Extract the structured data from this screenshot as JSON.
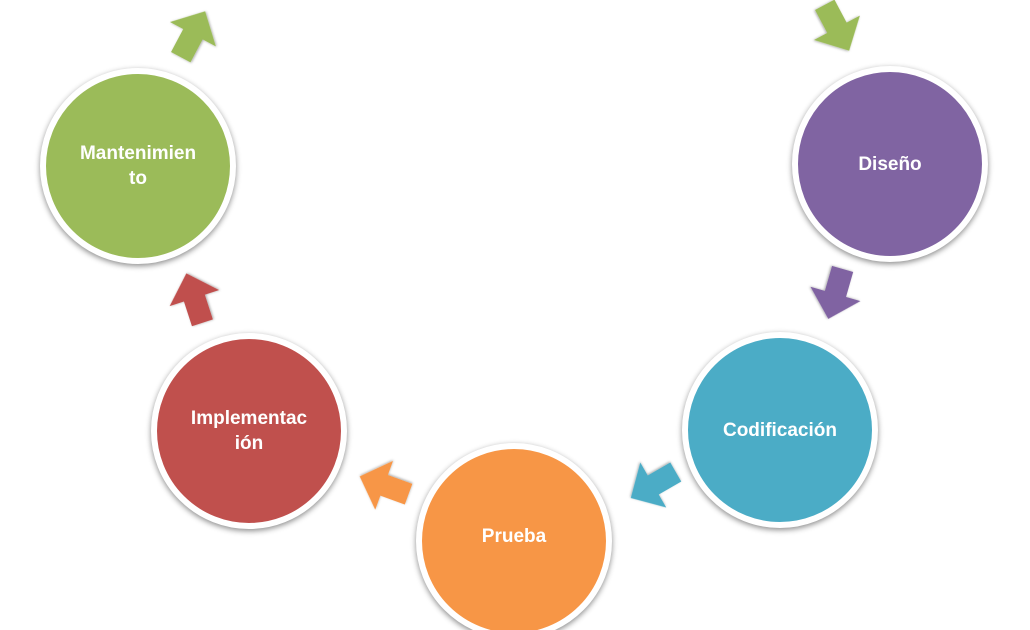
{
  "diagram": {
    "nodes": [
      {
        "id": "mantenimiento",
        "label": "Mantenimien\nto",
        "color": "#9bbb59"
      },
      {
        "id": "diseno",
        "label": "Diseño",
        "color": "#8064a2"
      },
      {
        "id": "codificacion",
        "label": "Codificación",
        "color": "#4bacc6"
      },
      {
        "id": "prueba",
        "label": "Prueba",
        "color": "#f79646"
      },
      {
        "id": "implementacion",
        "label": "Implementac\nión",
        "color": "#c0504d"
      }
    ],
    "arrows": [
      {
        "from": "mantenimiento",
        "to": "top-left-node",
        "color": "#9bbb59"
      },
      {
        "from": "top-right-node",
        "to": "diseno",
        "color": "#9bbb59"
      },
      {
        "from": "diseno",
        "to": "codificacion",
        "color": "#8064a2"
      },
      {
        "from": "codificacion",
        "to": "prueba",
        "color": "#4bacc6"
      },
      {
        "from": "prueba",
        "to": "implementacion",
        "color": "#f79646"
      },
      {
        "from": "implementacion",
        "to": "mantenimiento",
        "color": "#c0504d"
      }
    ]
  }
}
